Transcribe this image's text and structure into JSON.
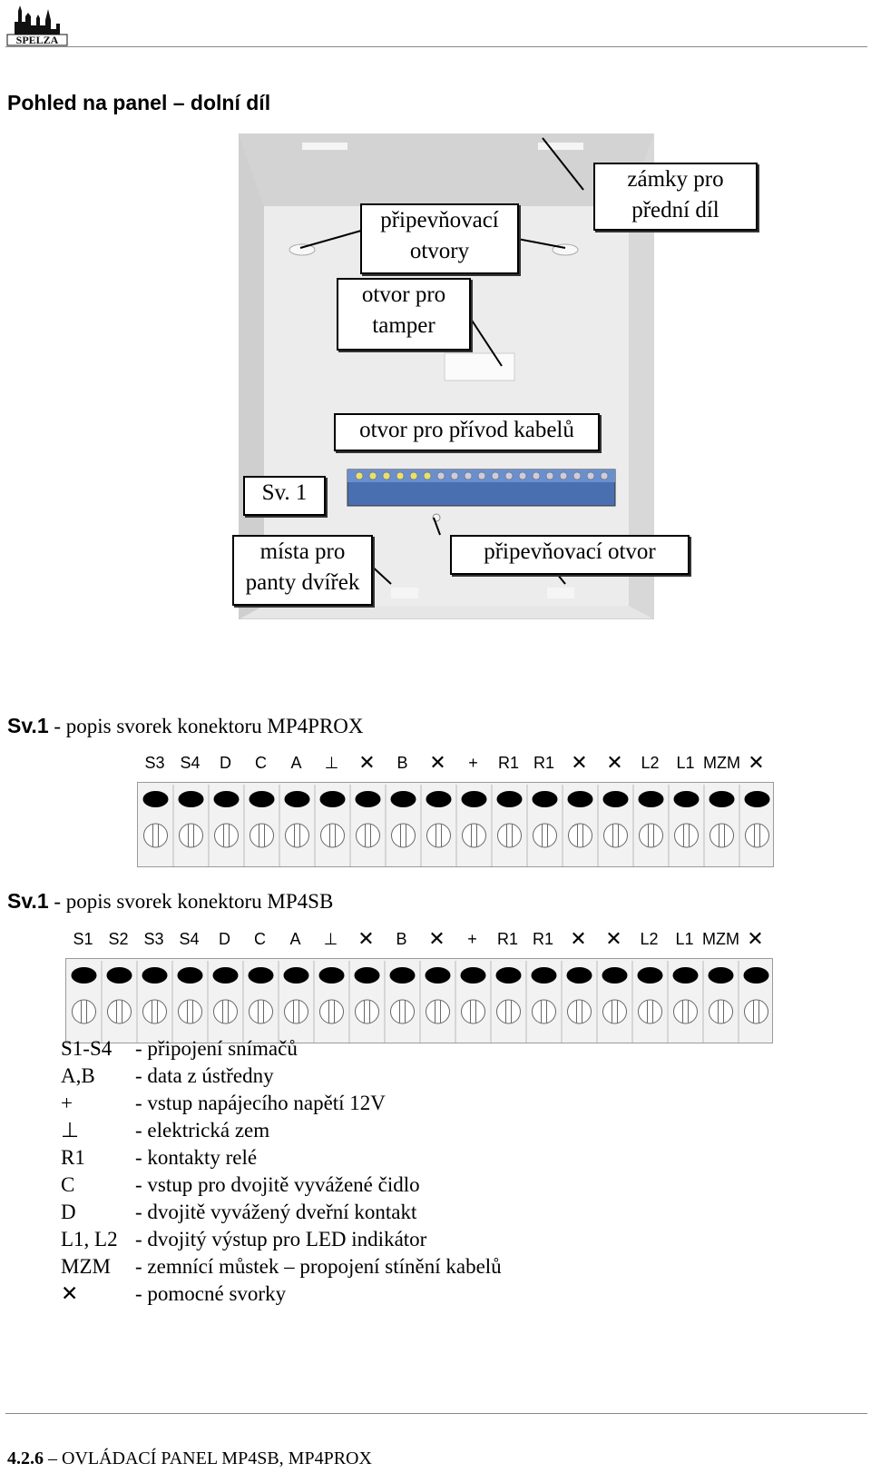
{
  "header": {
    "logo_text": "SPELZA"
  },
  "heading": "Pohled na panel – dolní díl",
  "photo_labels": {
    "zamky": [
      "zámky pro",
      "přední díl"
    ],
    "pripevnovaci_otvory": [
      "připevňovací",
      "otvory"
    ],
    "tamper": [
      "otvor pro",
      "tamper"
    ],
    "privod": "otvor pro přívod kabelů",
    "sv": "Sv. 1",
    "panty": [
      "místa pro",
      "panty dvířek"
    ],
    "pripevnovaci_otvor": "připevňovací otvor"
  },
  "captions": {
    "prox_sv": "Sv.1",
    "prox_text": " - popis svorek konektoru MP4PROX",
    "sb_sv": "Sv.1",
    "sb_text": " - popis svorek konektoru MP4SB"
  },
  "connector_prox": {
    "labels": [
      "S3",
      "S4",
      "D",
      "C",
      "A",
      "⊥",
      "✕",
      "B",
      "✕",
      "+",
      "R1",
      "R1",
      "✕",
      "✕",
      "L2",
      "L1",
      "MZM",
      "✕"
    ]
  },
  "connector_sb": {
    "labels": [
      "S1",
      "S2",
      "S3",
      "S4",
      "D",
      "C",
      "A",
      "⊥",
      "✕",
      "B",
      "✕",
      "+",
      "R1",
      "R1",
      "✕",
      "✕",
      "L2",
      "L1",
      "MZM",
      "✕"
    ]
  },
  "legend": [
    {
      "key": "S1-S4",
      "desc": "- připojení snímačů"
    },
    {
      "key": "A,B",
      "desc": "- data z ústředny"
    },
    {
      "key": "+",
      "desc": "- vstup napájecího napětí 12V"
    },
    {
      "key": "⊥",
      "desc": "- elektrická zem"
    },
    {
      "key": "R1",
      "desc": "- kontakty relé"
    },
    {
      "key": "C",
      "desc": "- vstup pro dvojitě vyvážené čidlo"
    },
    {
      "key": "D",
      "desc": "- dvojitě vyvážený dveřní kontakt"
    },
    {
      "key": "L1, L2",
      "desc": "- dvojitý výstup pro LED indikátor"
    },
    {
      "key": "MZM",
      "desc": "- zemnící můstek – propojení stínění kabelů"
    },
    {
      "key": "✕",
      "desc": "- pomocné svorky"
    }
  ],
  "footer": {
    "code": "4.2.6",
    "text": " – OVLÁDACÍ PANEL MP4SB, MP4PROX"
  }
}
